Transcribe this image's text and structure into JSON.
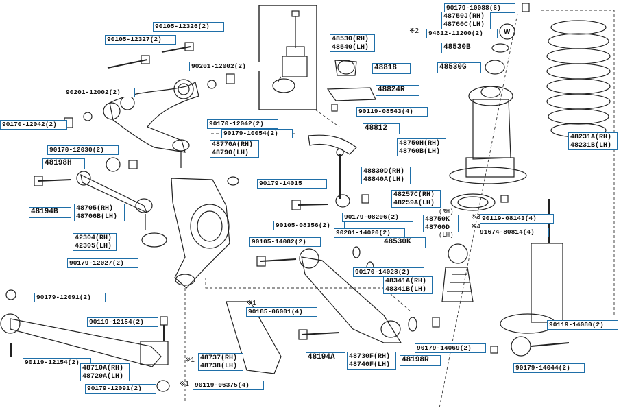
{
  "diagram": {
    "labels": {
      "l_90105_12326": "90105-12326(2)",
      "l_90105_12327": "90105-12327(2)",
      "l_90201_12002_a": "90201-12002(2)",
      "l_90201_12002_b": "90201-12002(2)",
      "l_90170_12042_a": "90170-12042(2)",
      "l_90170_12042_b": "90170-12042(2)",
      "l_90179_10054": "90179-10054(2)",
      "l_48770A": "48770A(RH)",
      "l_48790": "48790(LH)",
      "l_90170_12030": "90170-12030(2)",
      "l_48198H": "48198H",
      "l_48194B": "48194B",
      "l_48705": "48705(RH)",
      "l_48706B": "48706B(LH)",
      "l_42304": "42304(RH)",
      "l_42305": "42305(LH)",
      "l_90179_12027": "90179-12027(2)",
      "l_90179_12091_a": "90179-12091(2)",
      "l_90119_12154_a": "90119-12154(2)",
      "l_90119_12154_b": "90119-12154(2)",
      "l_48710A": "48710A(RH)",
      "l_48720A": "48720A(LH)",
      "l_90179_12091_b": "90179-12091(2)",
      "l_48530": "48530(RH)",
      "l_48540": "48540(LH)",
      "l_48818": "48818",
      "l_48824R": "48824R",
      "l_90119_08543": "90119-08543(4)",
      "l_48812": "48812",
      "l_90179_14015": "90179-14015",
      "l_48830D": "48830D(RH)",
      "l_48840A": "48840A(LH)",
      "l_90105_08356": "90105-08356(2)",
      "l_90179_08206": "90179-08206(2)",
      "l_90201_14020": "90201-14020(2)",
      "l_90105_14082": "90105-14082(2)",
      "l_90170_14028": "90170-14028(2)",
      "l_48341A": "48341A(RH)",
      "l_48341B": "48341B(LH)",
      "l_90185_06001": "90185-06001(4)",
      "l_48737": "48737(RH)",
      "l_48738": "48738(LH)",
      "l_90119_06375": "90119-06375(4)",
      "l_48194A": "48194A",
      "l_48730F": "48730F(RH)",
      "l_48740F": "48740F(LH)",
      "l_48198R": "48198R",
      "l_90179_14069": "90179-14069(2)",
      "l_90179_10088": "90179-10088(6)",
      "l_48750J": "48750J(RH)",
      "l_48760C": "48760C(LH)",
      "l_94612_11200": "94612-11200(2)",
      "l_48530B": "48530B",
      "l_48530G": "48530G",
      "l_48750H": "48750H(RH)",
      "l_48760B": "48760B(LH)",
      "l_48257C": "48257C(RH)",
      "l_48259A": "48259A(LH)",
      "l_48750K": "48750K",
      "l_48760D": "48760D",
      "l_48530K": "48530K",
      "l_90119_08143": "90119-08143(4)",
      "l_91674_80814": "91674-80814(4)",
      "l_48231A": "48231A(RH)",
      "l_48231B": "48231B(LH)",
      "l_90119_14080": "90119-14080(2)",
      "l_90179_14044": "90179-14044(2)"
    },
    "notes": {
      "mark2_top": "※2",
      "mark1_a": "※1",
      "mark1_b": "※1",
      "mark1_c": "※1",
      "mark3": "※3",
      "mark4": "※4",
      "rh": "(RH)",
      "lh": "(LH)",
      "washer_w": "W"
    }
  }
}
